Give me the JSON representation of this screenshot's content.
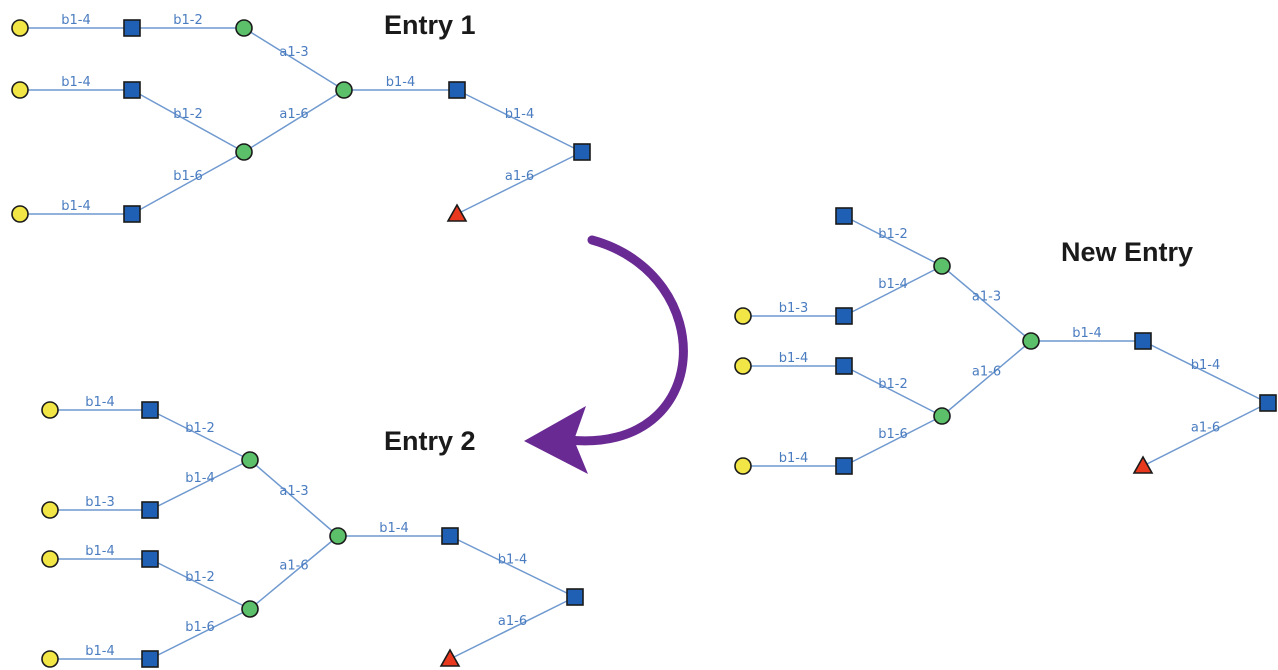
{
  "titles": {
    "entry1": "Entry 1",
    "new_entry": "New Entry",
    "entry2": "Entry 2"
  },
  "colors": {
    "galactose": "#f1e645",
    "glcnac": "#1f5fb4",
    "mannose": "#5cc06a",
    "fucose": "#e8391e",
    "bond_line": "#6f99cf",
    "bond_label": "#4a7cc0",
    "arrow": "#6a2a93"
  },
  "structures": [
    {
      "name": "entry1",
      "nodes": [
        {
          "id": "gal1",
          "type": "galactose"
        },
        {
          "id": "gn1",
          "type": "glcnac"
        },
        {
          "id": "m1",
          "type": "mannose"
        },
        {
          "id": "gal2",
          "type": "galactose"
        },
        {
          "id": "gn2",
          "type": "glcnac"
        },
        {
          "id": "m2",
          "type": "mannose"
        },
        {
          "id": "gal3",
          "type": "galactose"
        },
        {
          "id": "gn3",
          "type": "glcnac"
        },
        {
          "id": "mc",
          "type": "mannose"
        },
        {
          "id": "gn4",
          "type": "glcnac"
        },
        {
          "id": "gn5",
          "type": "glcnac"
        },
        {
          "id": "fuc",
          "type": "fucose"
        }
      ],
      "edges": [
        {
          "from": "gal1",
          "to": "gn1",
          "label": "b1-4"
        },
        {
          "from": "gn1",
          "to": "m1",
          "label": "b1-2"
        },
        {
          "from": "m1",
          "to": "mc",
          "label": "a1-3"
        },
        {
          "from": "gal2",
          "to": "gn2",
          "label": "b1-4"
        },
        {
          "from": "gn2",
          "to": "m2",
          "label": "b1-2"
        },
        {
          "from": "gal3",
          "to": "gn3",
          "label": "b1-4"
        },
        {
          "from": "gn3",
          "to": "m2",
          "label": "b1-6"
        },
        {
          "from": "m2",
          "to": "mc",
          "label": "a1-6"
        },
        {
          "from": "mc",
          "to": "gn4",
          "label": "b1-4"
        },
        {
          "from": "gn4",
          "to": "gn5",
          "label": "b1-4"
        },
        {
          "from": "fuc",
          "to": "gn5",
          "label": "a1-6"
        }
      ]
    },
    {
      "name": "new-entry",
      "nodes": [
        {
          "id": "gnA",
          "type": "glcnac"
        },
        {
          "id": "gal1",
          "type": "galactose"
        },
        {
          "id": "gnB",
          "type": "glcnac"
        },
        {
          "id": "m1",
          "type": "mannose"
        },
        {
          "id": "gal2",
          "type": "galactose"
        },
        {
          "id": "gn2",
          "type": "glcnac"
        },
        {
          "id": "m2",
          "type": "mannose"
        },
        {
          "id": "gal3",
          "type": "galactose"
        },
        {
          "id": "gn3",
          "type": "glcnac"
        },
        {
          "id": "mc",
          "type": "mannose"
        },
        {
          "id": "gn4",
          "type": "glcnac"
        },
        {
          "id": "gn5",
          "type": "glcnac"
        },
        {
          "id": "fuc",
          "type": "fucose"
        }
      ],
      "edges": [
        {
          "from": "gnA",
          "to": "m1",
          "label": "b1-2"
        },
        {
          "from": "gal1",
          "to": "gnB",
          "label": "b1-3"
        },
        {
          "from": "gnB",
          "to": "m1",
          "label": "b1-4"
        },
        {
          "from": "m1",
          "to": "mc",
          "label": "a1-3"
        },
        {
          "from": "gal2",
          "to": "gn2",
          "label": "b1-4"
        },
        {
          "from": "gn2",
          "to": "m2",
          "label": "b1-2"
        },
        {
          "from": "gal3",
          "to": "gn3",
          "label": "b1-4"
        },
        {
          "from": "gn3",
          "to": "m2",
          "label": "b1-6"
        },
        {
          "from": "m2",
          "to": "mc",
          "label": "a1-6"
        },
        {
          "from": "mc",
          "to": "gn4",
          "label": "b1-4"
        },
        {
          "from": "gn4",
          "to": "gn5",
          "label": "b1-4"
        },
        {
          "from": "fuc",
          "to": "gn5",
          "label": "a1-6"
        }
      ]
    },
    {
      "name": "entry2",
      "nodes": [
        {
          "id": "galA",
          "type": "galactose"
        },
        {
          "id": "gnA",
          "type": "glcnac"
        },
        {
          "id": "gal1",
          "type": "galactose"
        },
        {
          "id": "gnB",
          "type": "glcnac"
        },
        {
          "id": "m1",
          "type": "mannose"
        },
        {
          "id": "gal2",
          "type": "galactose"
        },
        {
          "id": "gn2",
          "type": "glcnac"
        },
        {
          "id": "m2",
          "type": "mannose"
        },
        {
          "id": "gal3",
          "type": "galactose"
        },
        {
          "id": "gn3",
          "type": "glcnac"
        },
        {
          "id": "mc",
          "type": "mannose"
        },
        {
          "id": "gn4",
          "type": "glcnac"
        },
        {
          "id": "gn5",
          "type": "glcnac"
        },
        {
          "id": "fuc",
          "type": "fucose"
        }
      ],
      "edges": [
        {
          "from": "galA",
          "to": "gnA",
          "label": "b1-4"
        },
        {
          "from": "gnA",
          "to": "m1",
          "label": "b1-2"
        },
        {
          "from": "gal1",
          "to": "gnB",
          "label": "b1-3"
        },
        {
          "from": "gnB",
          "to": "m1",
          "label": "b1-4"
        },
        {
          "from": "m1",
          "to": "mc",
          "label": "a1-3"
        },
        {
          "from": "gal2",
          "to": "gn2",
          "label": "b1-4"
        },
        {
          "from": "gn2",
          "to": "m2",
          "label": "b1-2"
        },
        {
          "from": "gal3",
          "to": "gn3",
          "label": "b1-4"
        },
        {
          "from": "gn3",
          "to": "m2",
          "label": "b1-6"
        },
        {
          "from": "m2",
          "to": "mc",
          "label": "a1-6"
        },
        {
          "from": "mc",
          "to": "gn4",
          "label": "b1-4"
        },
        {
          "from": "gn4",
          "to": "gn5",
          "label": "b1-4"
        },
        {
          "from": "fuc",
          "to": "gn5",
          "label": "a1-6"
        }
      ]
    }
  ]
}
